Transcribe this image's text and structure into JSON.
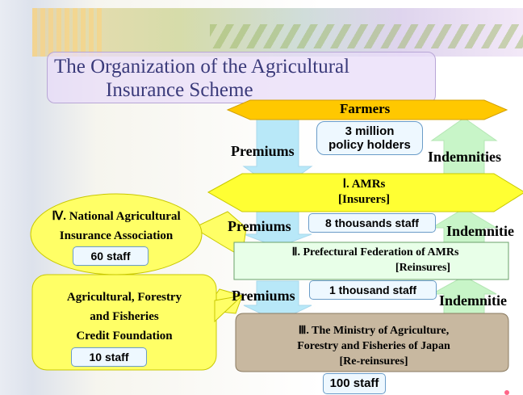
{
  "title": {
    "line1": "The Organization of the Agricultural",
    "line2": "Insurance Scheme"
  },
  "farmers": {
    "label": "Farmers",
    "count_line1": "3 million",
    "count_line2": "policy holders"
  },
  "amrs": {
    "line1": "Ⅰ. AMRs",
    "line2": "[Insurers]",
    "staff": "8 thousands staff"
  },
  "prefectural": {
    "line1": "Ⅱ. Prefectural Federation of AMRs",
    "line2": "[Reinsures]",
    "staff": "1 thousand staff"
  },
  "ministry": {
    "line1": "Ⅲ. The Ministry of Agriculture,",
    "line2": "Forestry and Fisheries of Japan",
    "line3": "[Re-reinsures]",
    "staff": "100 staff"
  },
  "association": {
    "line1": "Ⅳ. National Agricultural",
    "line2": "Insurance Association",
    "staff": "60 staff"
  },
  "foundation": {
    "line1": "Agricultural, Forestry",
    "line2": "and Fisheries",
    "line3": "Credit Foundation",
    "staff": "10 staff"
  },
  "flows": {
    "premiums_1": "Premiums",
    "premiums_2": "Premiums",
    "premiums_3": "Premiums",
    "indemnities_1": "Indemnities",
    "indemnities_2": "Indemnitie",
    "indemnities_3": "Indemnitie"
  },
  "colors": {
    "gold": "#ffc800",
    "yellow": "#ffff66",
    "down_arrow": "#b8e8f8",
    "up_arrow": "#c8f5c8",
    "green_box": "#e8ffe8",
    "brown_box": "#c8b8a0",
    "title_text": "#3a3a7a"
  }
}
